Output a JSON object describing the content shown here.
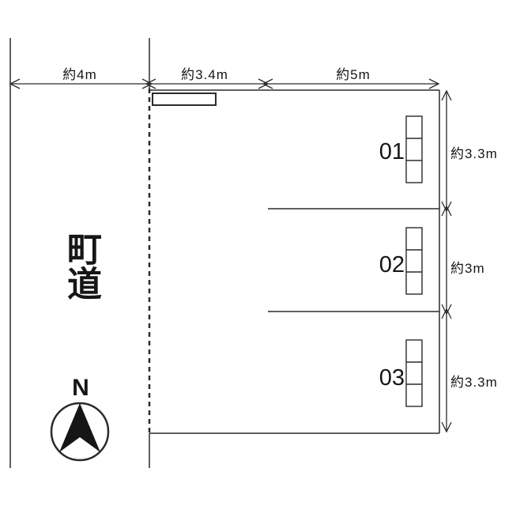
{
  "plan": {
    "road_label": "町道",
    "compass": {
      "label": "N"
    },
    "top_dimensions": [
      {
        "label": "約4m"
      },
      {
        "label": "約3.4m"
      },
      {
        "label": "約5m"
      }
    ],
    "spaces": [
      {
        "number": "01",
        "width_label": "約3.3m"
      },
      {
        "number": "02",
        "width_label": "約3m"
      },
      {
        "number": "03",
        "width_label": "約3.3m"
      }
    ],
    "colors": {
      "line": "#2b2b2b",
      "text": "#161616",
      "background": "#ffffff"
    }
  }
}
